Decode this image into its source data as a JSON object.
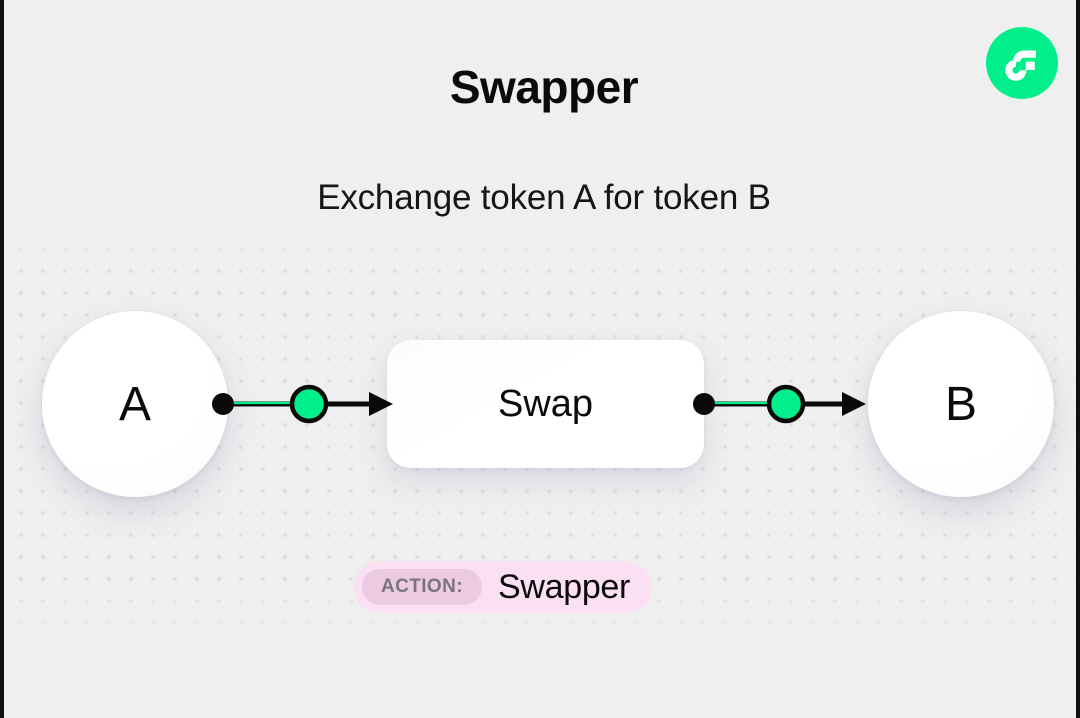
{
  "header": {
    "title": "Swapper",
    "subtitle": "Exchange token A for token B"
  },
  "brand": {
    "logo_icon": "flow-logo-icon",
    "color": "#00ef8b"
  },
  "diagram": {
    "input_node": {
      "label": "A",
      "icon": "circle-node-icon"
    },
    "process_node": {
      "label": "Swap",
      "icon": "rounded-box-node-icon"
    },
    "output_node": {
      "label": "B",
      "icon": "circle-node-icon"
    },
    "edges": [
      {
        "name": "edge-a-to-swap",
        "from": "A",
        "to": "Swap",
        "accent": "#00ef8b"
      },
      {
        "name": "edge-swap-to-b",
        "from": "Swap",
        "to": "B",
        "accent": "#00ef8b"
      }
    ]
  },
  "action_badge": {
    "chip_label": "ACTION:",
    "value": "Swapper",
    "background": "#fbdff2",
    "chip_background": "#eccbe2"
  },
  "theme": {
    "background": "#efefef",
    "dot_grid": "#e0e0e0",
    "accent_green": "#00ef8b",
    "text": "#0b0b0b"
  }
}
